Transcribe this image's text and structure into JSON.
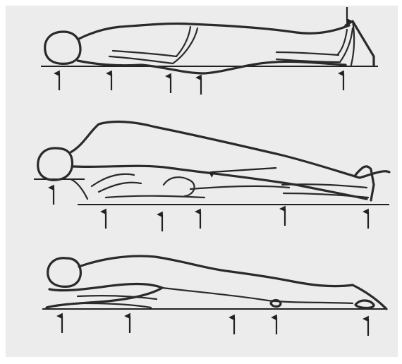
{
  "figure": {
    "background": "#ffffff",
    "panel_color": "#ececec",
    "line_color": "#2a2a2a",
    "panels": [
      {
        "name": "supine",
        "pressure_point_count": 5,
        "load_arrow_count": 1
      },
      {
        "name": "lateral",
        "pressure_point_count": 6,
        "load_arrow_count": 1
      },
      {
        "name": "prone",
        "pressure_point_count": 5,
        "load_arrow_count": 0
      }
    ]
  }
}
